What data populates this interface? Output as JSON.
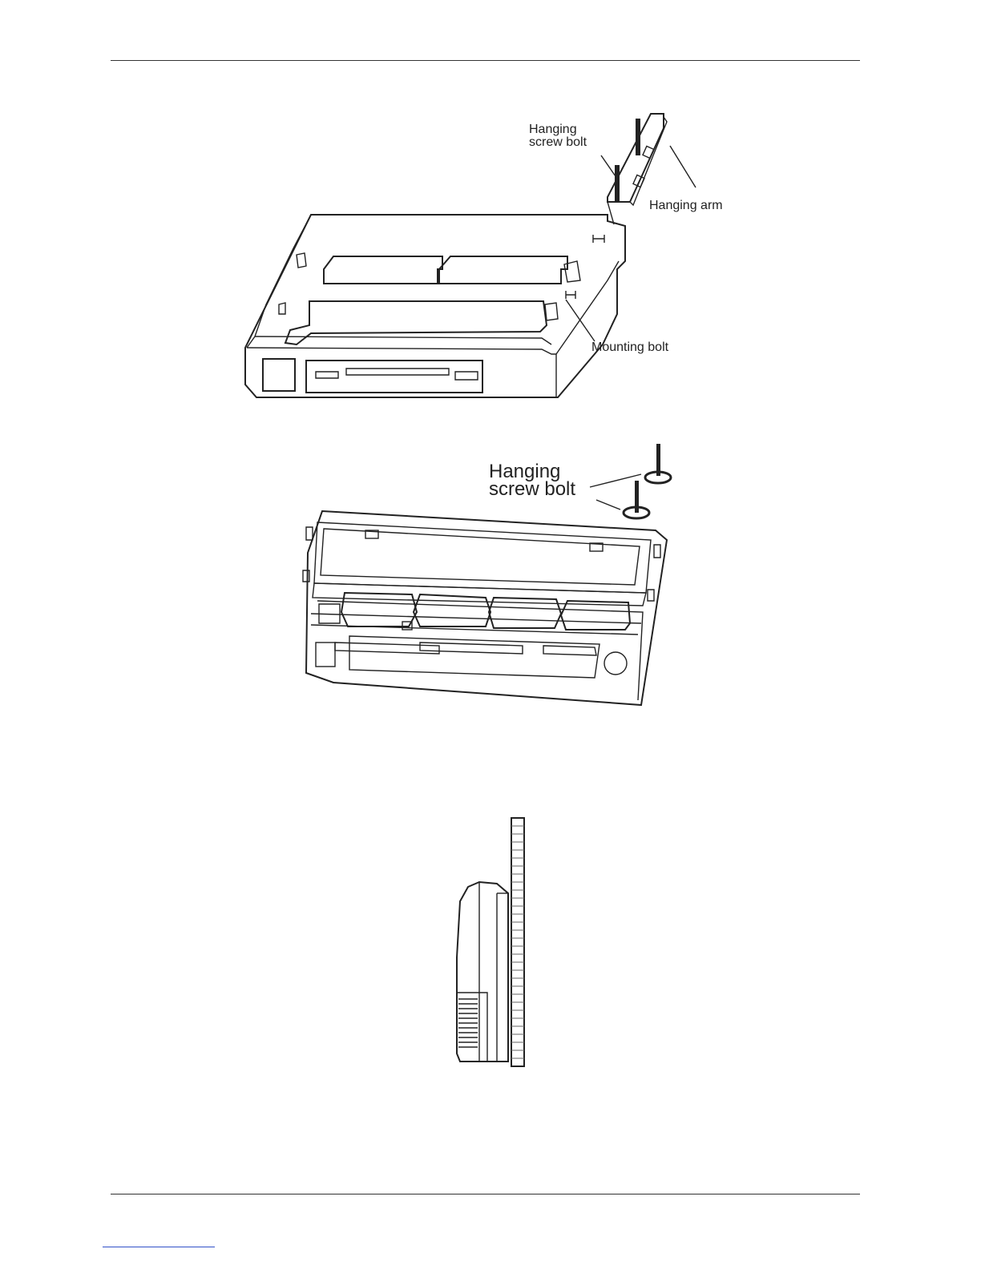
{
  "figure1": {
    "label_bolt_line1": "Hanging",
    "label_bolt_line2": "screw bolt",
    "label_arm": "Hanging arm",
    "label_mounting": "Mounting bolt"
  },
  "figure2": {
    "label_bolt_line1": "Hanging",
    "label_bolt_line2": "screw bolt"
  }
}
